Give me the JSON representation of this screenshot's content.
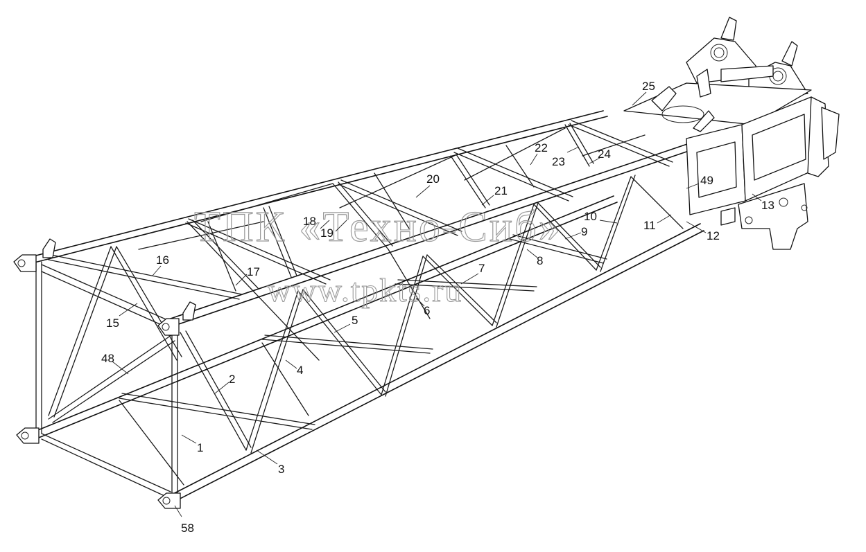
{
  "diagram": {
    "watermark_line1": "ТПК «Техно-Сиб»",
    "watermark_line2": "www.tpkts.ru",
    "callouts": [
      {
        "id": "c1",
        "label": "1"
      },
      {
        "id": "c2",
        "label": "2"
      },
      {
        "id": "c3",
        "label": "3"
      },
      {
        "id": "c4",
        "label": "4"
      },
      {
        "id": "c5",
        "label": "5"
      },
      {
        "id": "c6",
        "label": "6"
      },
      {
        "id": "c7",
        "label": "7"
      },
      {
        "id": "c8",
        "label": "8"
      },
      {
        "id": "c9",
        "label": "9"
      },
      {
        "id": "c10",
        "label": "10"
      },
      {
        "id": "c11",
        "label": "11"
      },
      {
        "id": "c12",
        "label": "12"
      },
      {
        "id": "c13",
        "label": "13"
      },
      {
        "id": "c15",
        "label": "15"
      },
      {
        "id": "c16",
        "label": "16"
      },
      {
        "id": "c17",
        "label": "17"
      },
      {
        "id": "c18",
        "label": "18"
      },
      {
        "id": "c19",
        "label": "19"
      },
      {
        "id": "c20",
        "label": "20"
      },
      {
        "id": "c21",
        "label": "21"
      },
      {
        "id": "c22",
        "label": "22"
      },
      {
        "id": "c23",
        "label": "23"
      },
      {
        "id": "c24",
        "label": "24"
      },
      {
        "id": "c25",
        "label": "25"
      },
      {
        "id": "c48",
        "label": "48"
      },
      {
        "id": "c49",
        "label": "49"
      },
      {
        "id": "c58",
        "label": "58"
      }
    ]
  }
}
